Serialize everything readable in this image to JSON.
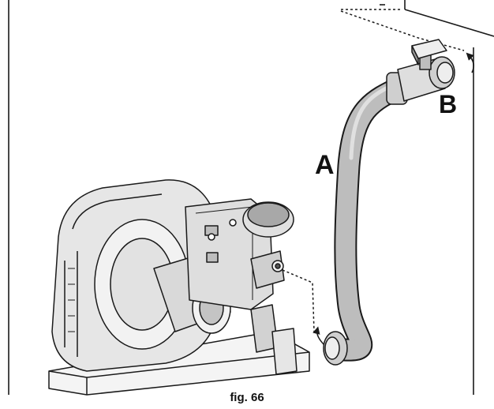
{
  "labels": {
    "hose": "A",
    "valve": "B"
  },
  "caption": "fig. 66",
  "colors": {
    "line": "#1a1a1a",
    "hose_fill": "#bdbdbd",
    "metal_light": "#eeeeee",
    "metal_mid": "#cfcfcf",
    "metal_dark": "#9a9a9a"
  }
}
